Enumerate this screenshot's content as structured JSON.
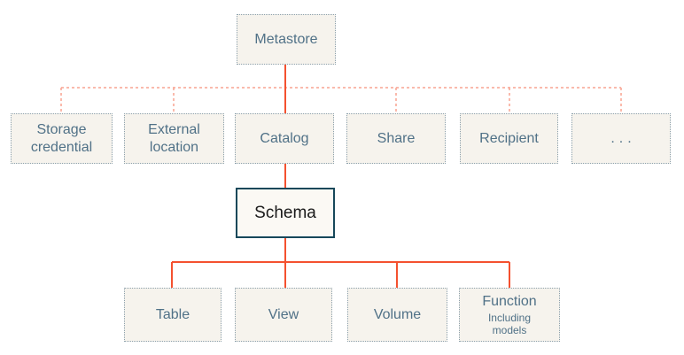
{
  "colors": {
    "background": "#ffffff",
    "connector_solid": "#f4512f",
    "connector_dashed": "#f9a391",
    "box_border": "#8ca0ac",
    "box_bg": "#f6f3ed",
    "label_color": "#507187",
    "schema_border": "#16485a",
    "schema_bg": "#fbf9f4",
    "schema_text": "#1a1a1a"
  },
  "nodes": {
    "metastore": {
      "label": "Metastore"
    },
    "level2": [
      {
        "label": "Storage credential"
      },
      {
        "label": "External location"
      },
      {
        "label": "Catalog"
      },
      {
        "label": "Share"
      },
      {
        "label": "Recipient"
      },
      {
        "label": "..."
      }
    ],
    "schema": {
      "label": "Schema"
    },
    "level4": [
      {
        "label": "Table"
      },
      {
        "label": "View"
      },
      {
        "label": "Volume"
      },
      {
        "label": "Function",
        "sublabel": "Including models"
      }
    ]
  }
}
